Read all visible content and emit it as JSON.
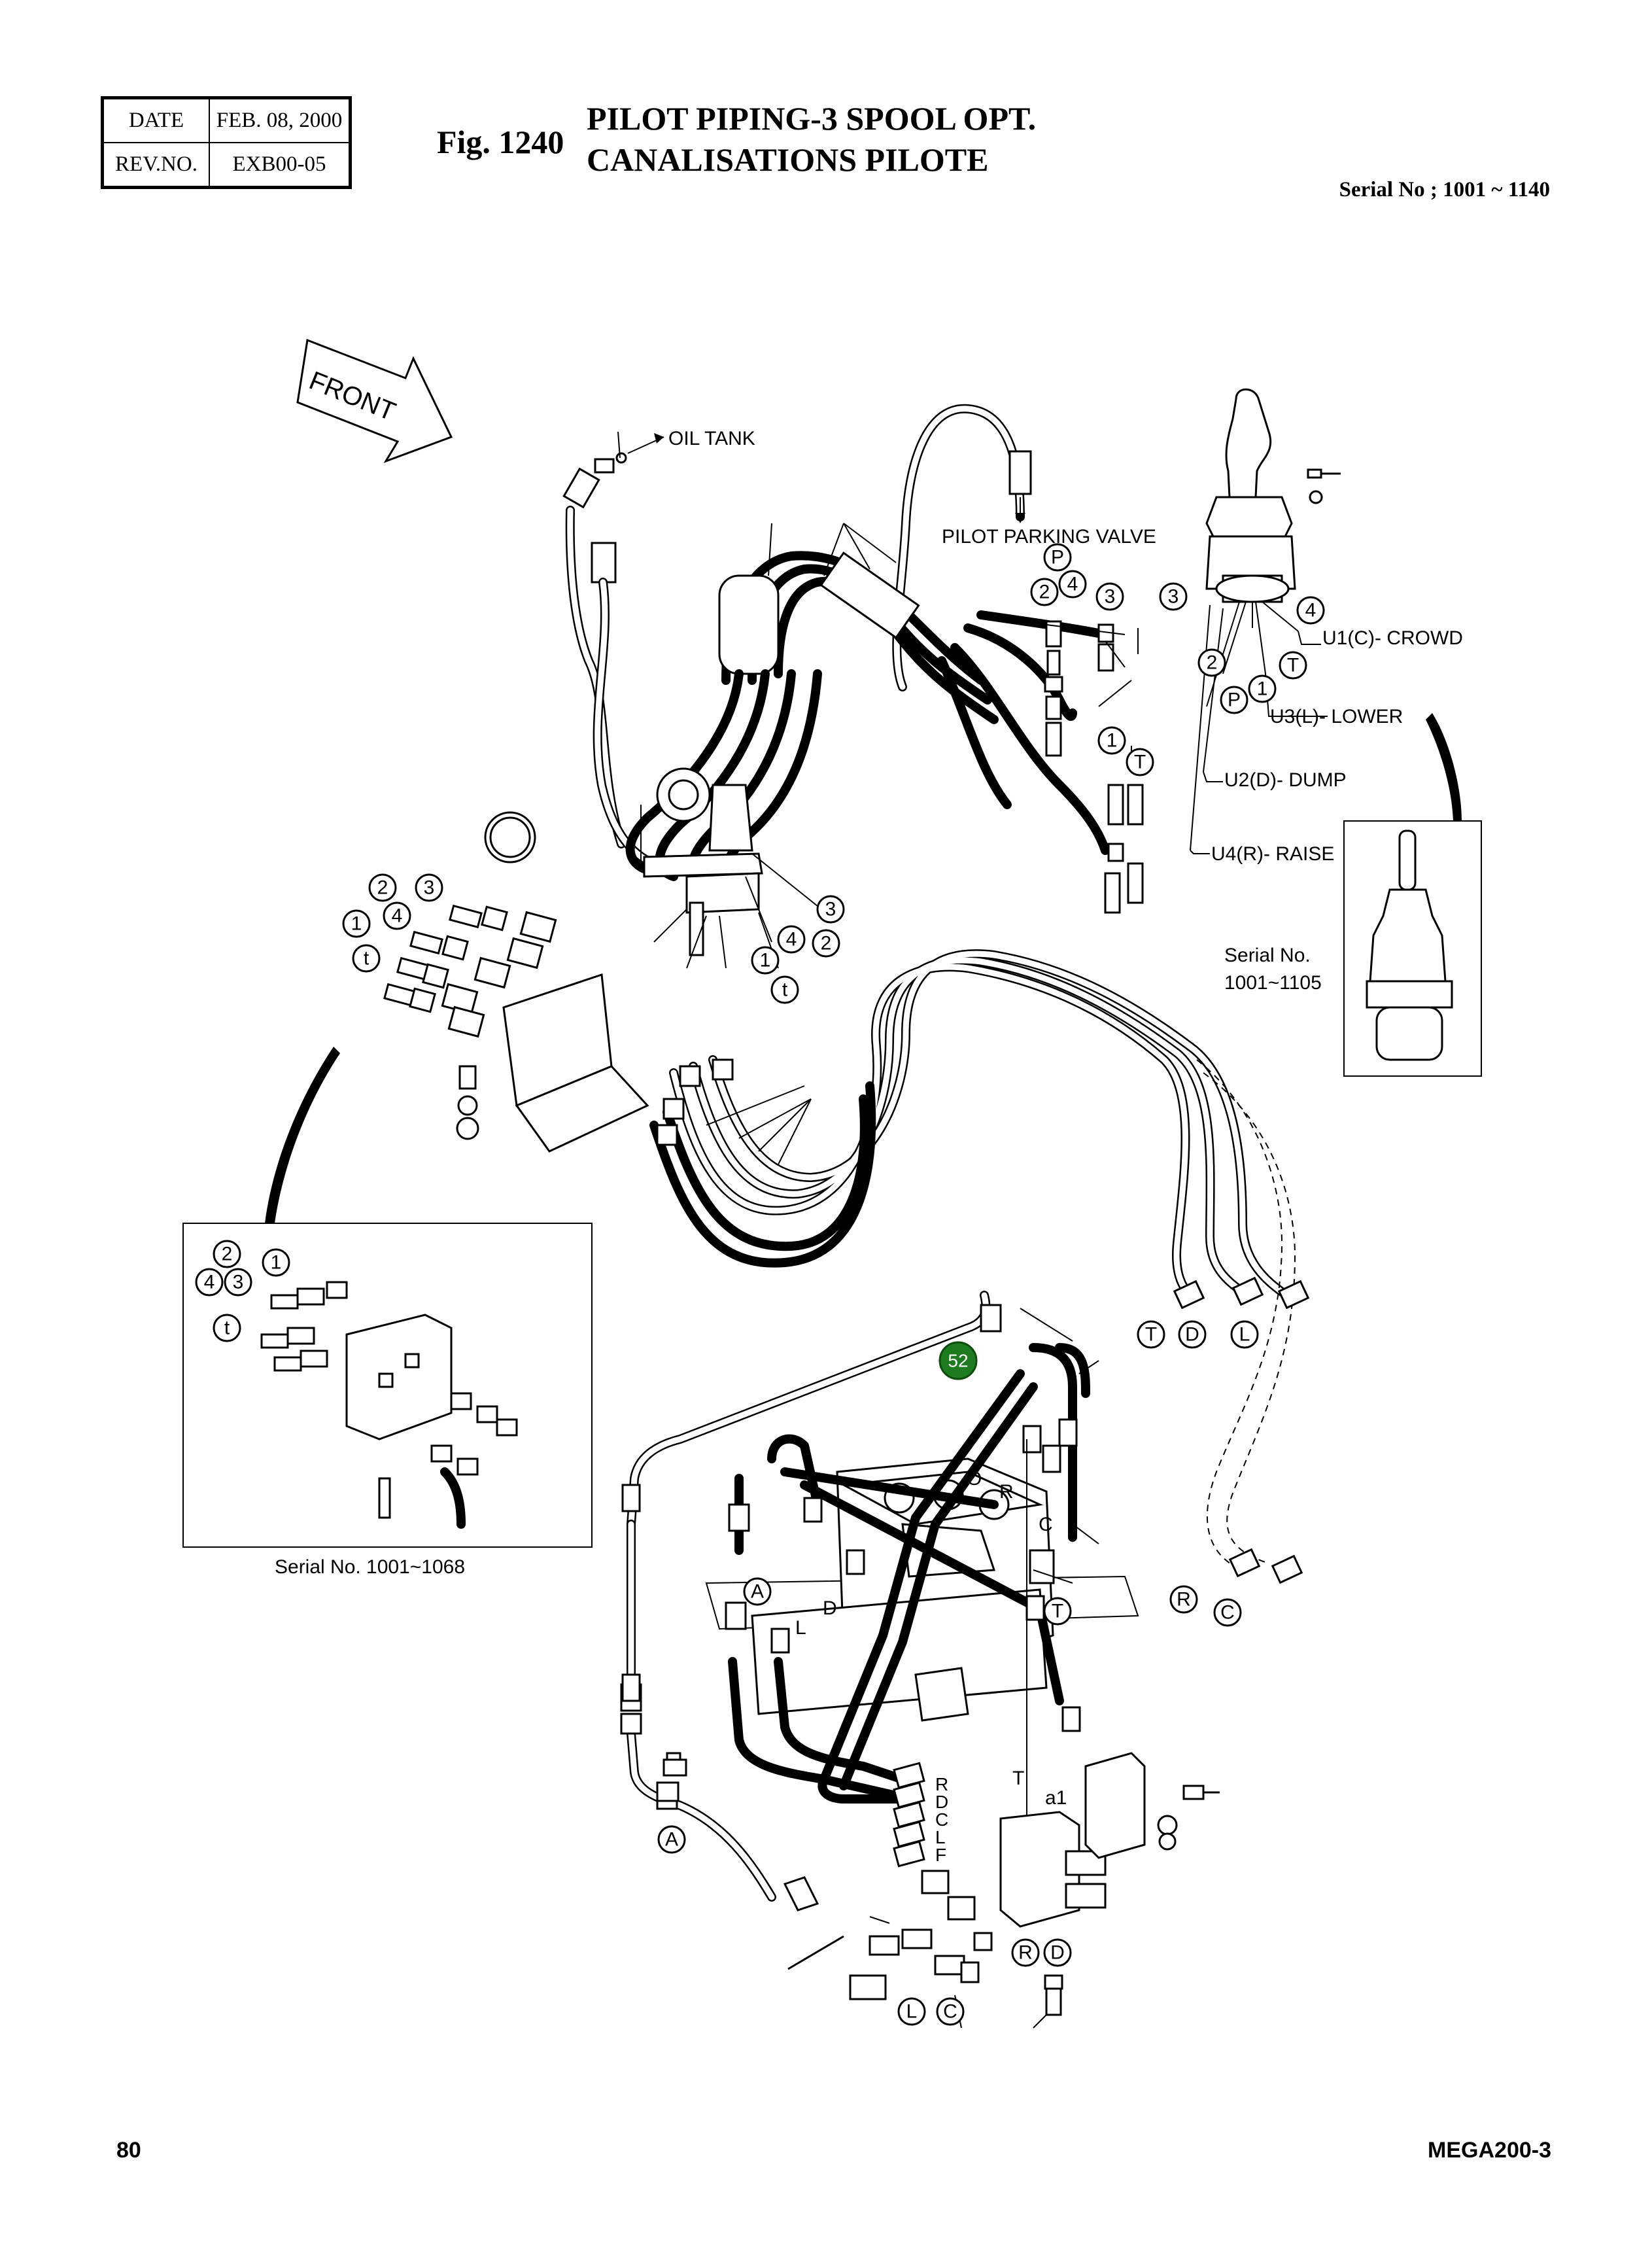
{
  "header": {
    "date_label": "DATE",
    "date_value": "FEB. 08, 2000",
    "rev_label": "REV.NO.",
    "rev_value": "EXB00-05",
    "fig_number": "Fig. 1240",
    "title_line1": "PILOT PIPING-3 SPOOL OPT.",
    "title_line2": "CANALISATIONS PILOTE",
    "serial_range": "Serial No ; 1001 ~ 1140"
  },
  "diagram": {
    "front_label": "FRONT",
    "oil_tank_label": "OIL TANK",
    "pilot_parking_valve_label": "PILOT PARKING VALVE",
    "joystick_ports": {
      "crowd": "U1(C)- CROWD",
      "lower": "U3(L)- LOWER",
      "dump": "U2(D)- DUMP",
      "raise": "U4(R)- RAISE"
    },
    "inset_joystick_serial_1": "Serial No.",
    "inset_joystick_serial_2": "1001~1105",
    "inset_valve_serial": "Serial No. 1001~1068",
    "highlighted_callout": "52",
    "valve_port_letters": [
      "O",
      "R",
      "C"
    ],
    "valve_side_letters": [
      "D",
      "L"
    ],
    "block_port_letters": [
      "R",
      "D",
      "C",
      "L",
      "F"
    ],
    "block_top_letters": [
      "T",
      "a1"
    ],
    "callouts": {
      "p": "P",
      "two": "2",
      "four": "4",
      "three": "3",
      "one": "1",
      "t_cap": "T",
      "t_low": "t",
      "d": "D",
      "l": "L",
      "r": "R",
      "c": "C",
      "a": "A"
    }
  },
  "footer": {
    "page_number": "80",
    "model": "MEGA200-3"
  },
  "colors": {
    "highlight": "#1e7a1e",
    "ink": "#000000"
  }
}
